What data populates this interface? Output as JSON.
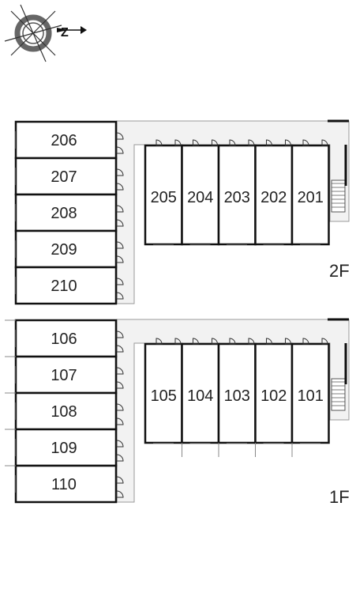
{
  "compass": {
    "letter": "Z",
    "icon": "compass-rose-icon"
  },
  "floors": [
    {
      "id": "2f",
      "label": "2F",
      "left_units": [
        "206",
        "207",
        "208",
        "209",
        "210"
      ],
      "right_units": [
        "205",
        "204",
        "203",
        "202",
        "201"
      ]
    },
    {
      "id": "1f",
      "label": "1F",
      "left_units": [
        "106",
        "107",
        "108",
        "109",
        "110"
      ],
      "right_units": [
        "105",
        "104",
        "103",
        "102",
        "101"
      ]
    }
  ],
  "colors": {
    "wall": "#111111",
    "corridor": "#f2f2f2",
    "corridor_edge": "#9a9a9a",
    "door": "#333333"
  }
}
